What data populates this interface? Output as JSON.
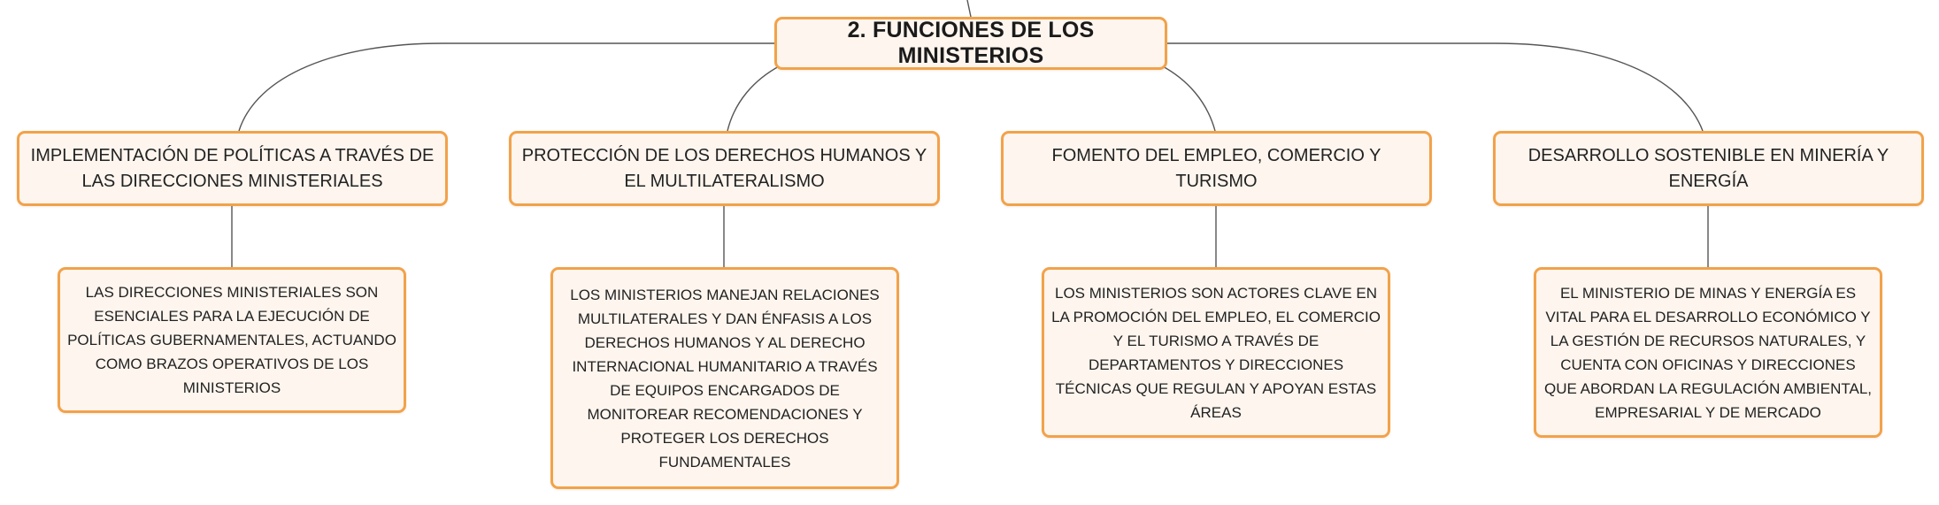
{
  "root": {
    "label": "2. FUNCIONES DE LOS MINISTERIOS"
  },
  "branches": [
    {
      "topic": "IMPLEMENTACIÓN DE POLÍTICAS A TRAVÉS DE LAS DIRECCIONES MINISTERIALES",
      "detail": "LAS DIRECCIONES MINISTERIALES SON ESENCIALES PARA LA EJECUCIÓN DE POLÍTICAS GUBERNAMENTALES, ACTUANDO COMO BRAZOS OPERATIVOS DE LOS MINISTERIOS"
    },
    {
      "topic": "PROTECCIÓN DE LOS DERECHOS HUMANOS Y EL MULTILATERALISMO",
      "detail": "LOS MINISTERIOS MANEJAN RELACIONES MULTILATERALES Y DAN ÉNFASIS A LOS DERECHOS HUMANOS Y AL DERECHO INTERNACIONAL HUMANITARIO A TRAVÉS DE EQUIPOS ENCARGADOS DE MONITOREAR RECOMENDACIONES Y PROTEGER LOS DERECHOS FUNDAMENTALES"
    },
    {
      "topic": "FOMENTO DEL EMPLEO, COMERCIO Y TURISMO",
      "detail": "LOS MINISTERIOS SON ACTORES CLAVE EN LA PROMOCIÓN DEL EMPLEO, EL COMERCIO Y EL TURISMO A TRAVÉS DE DEPARTAMENTOS Y DIRECCIONES TÉCNICAS QUE REGULAN Y APOYAN ESTAS ÁREAS"
    },
    {
      "topic": "DESARROLLO SOSTENIBLE EN MINERÍA Y ENERGÍA",
      "detail": "EL MINISTERIO DE MINAS Y ENERGÍA ES VITAL PARA EL DESARROLLO ECONÓMICO Y LA GESTIÓN DE RECURSOS NATURALES, Y CUENTA CON OFICINAS Y DIRECCIONES QUE ABORDAN LA REGULACIÓN AMBIENTAL, EMPRESARIAL Y DE MERCADO"
    }
  ],
  "colors": {
    "node_fill": "#fdf5ee",
    "node_border": "#f2a24a",
    "connector": "#555555",
    "text": "#222222"
  }
}
